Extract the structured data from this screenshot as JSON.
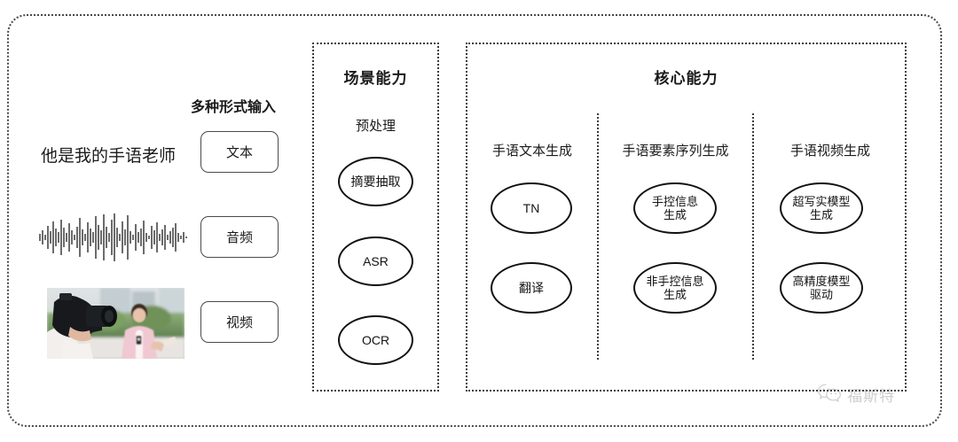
{
  "diagram": {
    "title_hidden": "",
    "input_section": {
      "heading": "多种形式输入",
      "sentence": "他是我的手语老师",
      "modalities": [
        {
          "label": "文本",
          "icon": "text-icon"
        },
        {
          "label": "音频",
          "icon": "waveform-icon"
        },
        {
          "label": "视频",
          "icon": "video-thumbnail-icon"
        }
      ]
    },
    "scene_panel": {
      "title": "场景能力",
      "column_header": "预处理",
      "nodes": [
        {
          "label": "摘要抽取"
        },
        {
          "label": "ASR"
        },
        {
          "label": "OCR"
        }
      ]
    },
    "core_panel": {
      "title": "核心能力",
      "columns": [
        {
          "header": "手语文本生成",
          "nodes": [
            {
              "line1": "TN",
              "line2": ""
            },
            {
              "line1": "翻译",
              "line2": ""
            }
          ]
        },
        {
          "header": "手语要素序列生成",
          "nodes": [
            {
              "line1": "手控信息",
              "line2": "生成"
            },
            {
              "line1": "非手控信息",
              "line2": "生成"
            }
          ]
        },
        {
          "header": "手语视频生成",
          "nodes": [
            {
              "line1": "超写实模型",
              "line2": "生成"
            },
            {
              "line1": "高精度模型",
              "line2": "驱动"
            }
          ]
        }
      ]
    },
    "watermark": {
      "icon": "wechat-icon",
      "text": "福斯特"
    },
    "colors": {
      "border": "#3c3c3c",
      "text": "#1b1b1b",
      "node_stroke": "#111111",
      "watermark": "#8a8a8a",
      "background": "#ffffff"
    }
  }
}
